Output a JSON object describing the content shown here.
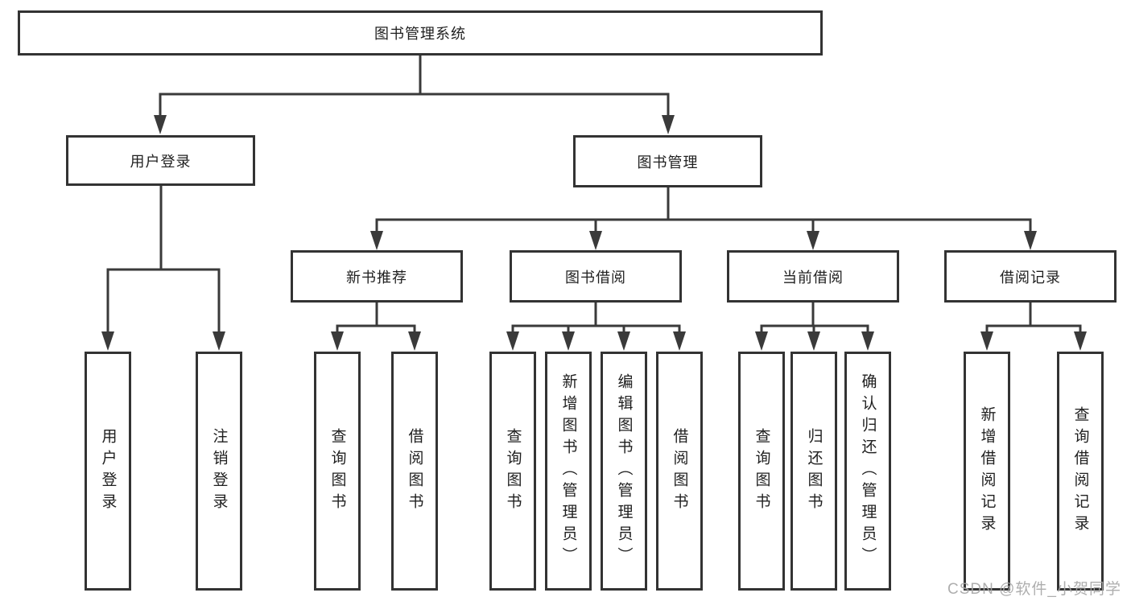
{
  "nodes": {
    "root": "图书管理系统",
    "user_login": "用户登录",
    "book_management": "图书管理",
    "new_book_recommend": "新书推荐",
    "book_borrowing": "图书借阅",
    "current_borrowing": "当前借阅",
    "borrowing_records": "借阅记录",
    "leaf_user_login": "用户登录",
    "leaf_logout": "注销登录",
    "leaf_recommend_query": "查询图书",
    "leaf_recommend_borrow": "借阅图书",
    "leaf_borrow_query": "查询图书",
    "leaf_borrow_add": "新增图书（管理员）",
    "leaf_borrow_edit": "编辑图书（管理员）",
    "leaf_borrow_borrow": "借阅图书",
    "leaf_current_query": "查询图书",
    "leaf_current_return": "归还图书",
    "leaf_current_confirm": "确认归还（管理员）",
    "leaf_records_add": "新增借阅记录",
    "leaf_records_query": "查询借阅记录"
  },
  "watermark": "CSDN @软件_小贺同学",
  "colors": {
    "line": "#3a3a3a",
    "box_border": "#333333",
    "box_fill": "#ffffff",
    "text": "#1f1f1f",
    "watermark": "#a6a6a6",
    "background": "#ffffff"
  }
}
